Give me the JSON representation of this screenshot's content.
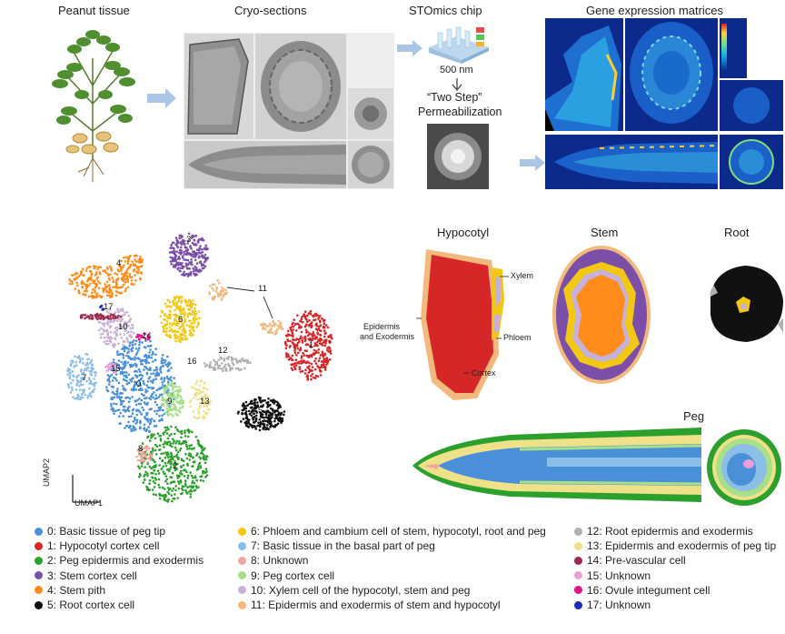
{
  "top": {
    "peanut_label": "Peanut tissue",
    "cryo_label": "Cryo-sections",
    "chip_label": "STOmics chip",
    "chip_scale": "500 nm",
    "two_step_line1": "“Two Step”",
    "two_step_line2": "Permeabilization",
    "matrices_label": "Gene expression matrices"
  },
  "umap": {
    "axis_y": "UMAP2",
    "axis_x": "UMAP1",
    "cluster_labels": [
      "0",
      "1",
      "2",
      "3",
      "4",
      "5",
      "6",
      "7",
      "8",
      "9",
      "10",
      "11",
      "12",
      "13",
      "14",
      "15",
      "16",
      "17"
    ],
    "annot_11": "11"
  },
  "spatial": {
    "hypocotyl_title": "Hypocotyl",
    "stem_title": "Stem",
    "root_title": "Root",
    "peg_title": "Peg",
    "xylem": "Xylem",
    "phloem": "Phloem",
    "epidermis_line1": "Epidermis",
    "epidermis_line2": "and Exodermis",
    "cortex": "Cortex"
  },
  "legend": [
    {
      "num": "0",
      "label": "Basic tissue of peg tip",
      "color": "#4a90d9"
    },
    {
      "num": "1",
      "label": "Hypocotyl cortex cell",
      "color": "#d62728"
    },
    {
      "num": "2",
      "label": "Peg epidermis and exodermis",
      "color": "#2ca02c"
    },
    {
      "num": "3",
      "label": "Stem cortex cell",
      "color": "#7b4fa8"
    },
    {
      "num": "4",
      "label": "Stem  pith",
      "color": "#ff8c1a"
    },
    {
      "num": "5",
      "label": "Root cortex cell",
      "color": "#111111"
    },
    {
      "num": "6",
      "label": "Phloem and cambium cell of stem, hypocotyl, root and peg",
      "color": "#f2c813"
    },
    {
      "num": "7",
      "label": "Basic tissue in the basal part of peg",
      "color": "#8cbfe8"
    },
    {
      "num": "8",
      "label": "Unknown",
      "color": "#f2a6a0"
    },
    {
      "num": "9",
      "label": "Peg cortex cell",
      "color": "#a8e08a"
    },
    {
      "num": "10",
      "label": "Xylem cell of the hypocotyl, stem and peg",
      "color": "#c7b1d8"
    },
    {
      "num": "11",
      "label": "Epidermis and exodermis of stem and hypocotyl",
      "color": "#f2b87c"
    },
    {
      "num": "12",
      "label": "Root epidermis and exodermis",
      "color": "#b0b0b0"
    },
    {
      "num": "13",
      "label": "Epidermis and exodermis of peg tip",
      "color": "#efe08a"
    },
    {
      "num": "14",
      "label": "Pre-vascular cell",
      "color": "#9c2b4a"
    },
    {
      "num": "15",
      "label": "Unknown",
      "color": "#e9a0d8"
    },
    {
      "num": "16",
      "label": "Ovule integument cell",
      "color": "#e0148c"
    },
    {
      "num": "17",
      "label": "Unknown",
      "color": "#1a2bb5"
    }
  ]
}
